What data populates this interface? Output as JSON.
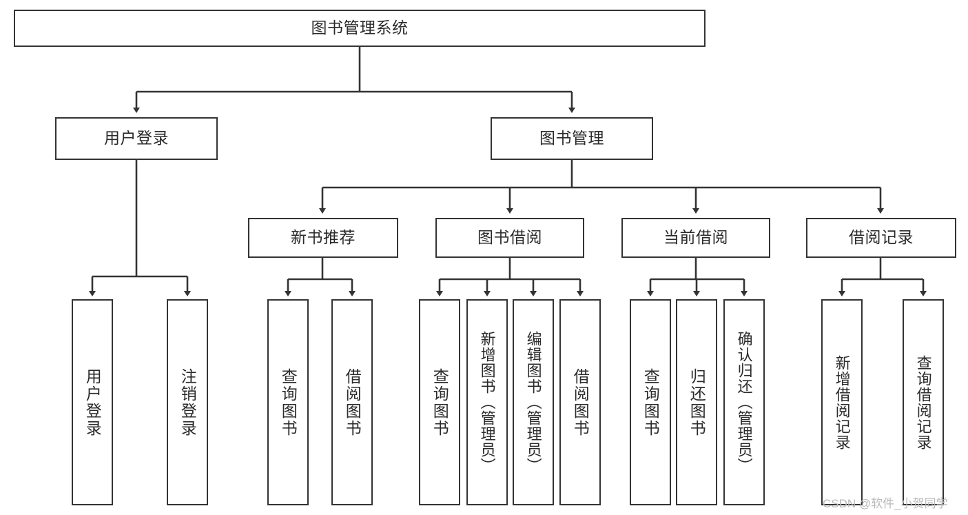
{
  "diagram": {
    "title_node": {
      "label": "图书管理系统"
    },
    "level2": [
      {
        "label": "用户登录"
      },
      {
        "label": "图书管理"
      }
    ],
    "level3": [
      {
        "label": "新书推荐"
      },
      {
        "label": "图书借阅"
      },
      {
        "label": "当前借阅"
      },
      {
        "label": "借阅记录"
      }
    ],
    "leaves": [
      {
        "label": "用户登录"
      },
      {
        "label": "注销登录"
      },
      {
        "label": "查询图书"
      },
      {
        "label": "借阅图书"
      },
      {
        "label": "查询图书"
      },
      {
        "label": "新增图书（管理员）"
      },
      {
        "label": "编辑图书（管理员）"
      },
      {
        "label": "借阅图书"
      },
      {
        "label": "查询图书"
      },
      {
        "label": "归还图书"
      },
      {
        "label": "确认归还（管理员）"
      },
      {
        "label": "新增借阅记录"
      },
      {
        "label": "查询借阅记录"
      }
    ],
    "colors": {
      "border": "#333333",
      "text": "#2b2b2b",
      "background": "#ffffff",
      "watermark": "#b9b9b9"
    }
  },
  "watermark": {
    "text": "CSDN @软件_小贺同学"
  }
}
